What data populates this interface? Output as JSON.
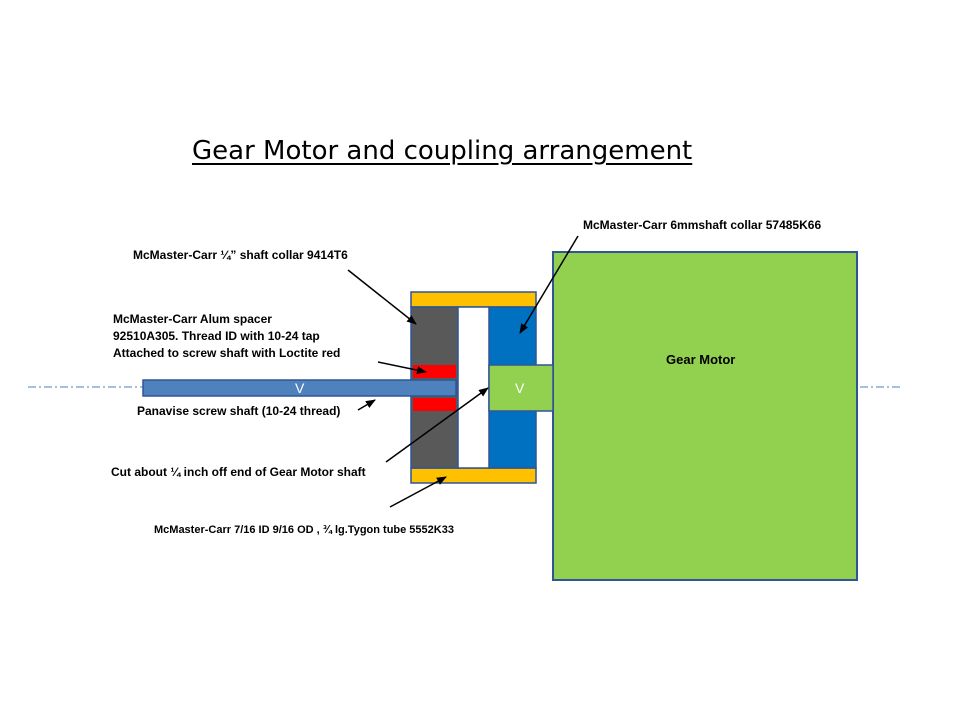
{
  "title": "Gear Motor and coupling arrangement",
  "labels": {
    "collar_quarter": "McMaster-Carr ¼” shaft collar 9414T6",
    "collar_6mm": "McMaster-Carr 6mmshaft collar 57485K66",
    "spacer_line1": "McMaster-Carr Alum spacer",
    "spacer_line2": "92510A305.   Thread ID with 10-24  tap",
    "spacer_line3": "Attached to screw shaft  with Loctite red",
    "screw_shaft": "Panavise screw shaft (10-24 thread)",
    "cut_shaft": "Cut about ¼ inch off end of Gear Motor shaft",
    "tygon_tube": "McMaster-Carr 7/16 ID 9/16 OD , ¾ lg.Tygon  tube 5552K33",
    "gear_motor": "Gear Motor",
    "screw_shaft_mark": "V",
    "motor_shaft_mark": "V"
  },
  "colors": {
    "gear_motor_fill": "#92D050",
    "motor_shaft_fill": "#92D050",
    "outline": "#2F5597",
    "tube_fill": "#FFC000",
    "collar_quarter_fill": "#595959",
    "collar_6mm_fill": "#0070C0",
    "spacer_fill": "#FF0000",
    "screw_shaft_fill": "#4F81BD",
    "center_line": "#4F81BD"
  }
}
